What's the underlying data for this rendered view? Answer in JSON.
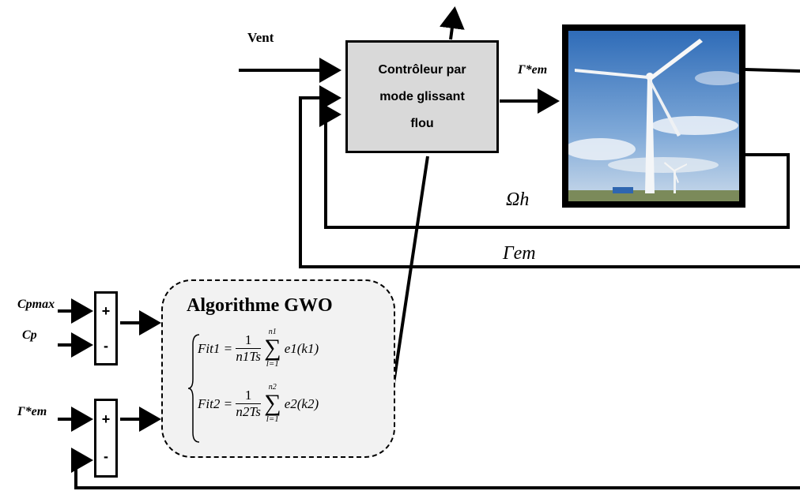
{
  "inputs": {
    "vent": "Vent",
    "cpmax": "Cpmax",
    "cp": "Cp",
    "gamma_ref": "Γ*em"
  },
  "controller": {
    "line1": "Contrôleur par",
    "line2": "mode glissant",
    "line3": "flou"
  },
  "signals": {
    "gamma_ref_out": "Γ*em",
    "omega_h": "Ωh",
    "gamma_em": "Γem"
  },
  "sum1": {
    "plus": "+",
    "minus": "-"
  },
  "sum2": {
    "plus": "+",
    "minus": "-"
  },
  "gwo": {
    "title": "Algorithme GWO",
    "eq1_lhs": "Fit1 = ",
    "eq1_num": "1",
    "eq1_den": "n1Ts",
    "eq1_sum_top": "n1",
    "eq1_sum_bottom": "l=1",
    "eq1_term": "e1(k1)",
    "eq2_lhs": "Fit2 = ",
    "eq2_num": "1",
    "eq2_den": "n2Ts",
    "eq2_sum_top": "n2",
    "eq2_sum_bottom": "l=1",
    "eq2_term": "e2(k2)"
  }
}
